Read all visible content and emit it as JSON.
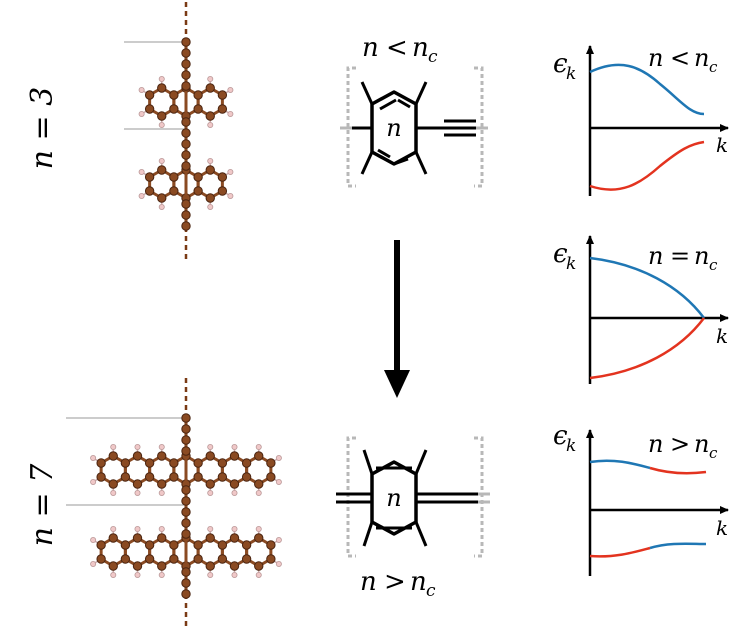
{
  "rows": [
    {
      "label": "n = 3",
      "repeat_units": 3
    },
    {
      "label": "n = 7",
      "repeat_units": 7
    }
  ],
  "motifs": [
    {
      "condition": "n < n_c",
      "ring_label": "n",
      "bond_style": "triple-bond-right"
    },
    {
      "condition": "n > n_c",
      "ring_label": "n",
      "bond_style": "double-bonds-both-sides"
    }
  ],
  "band_plots": [
    {
      "condition": "n < n_c",
      "ylabel": "ϵ_k",
      "xlabel": "k",
      "gap": "open"
    },
    {
      "condition": "n = n_c",
      "ylabel": "ϵ_k",
      "xlabel": "k",
      "gap": "closed"
    },
    {
      "condition": "n > n_c",
      "ylabel": "ϵ_k",
      "xlabel": "k",
      "gap": "reopened-inverted"
    }
  ],
  "colors": {
    "carbon": "#8a4a22",
    "carbon_edge": "#4a2410",
    "hydrogen": "#f0c8c8",
    "dashed_axis": "#7a3a14",
    "upper_band": "#1f77b4",
    "lower_band": "#e3331f",
    "bracket": "#b8b8b8"
  }
}
